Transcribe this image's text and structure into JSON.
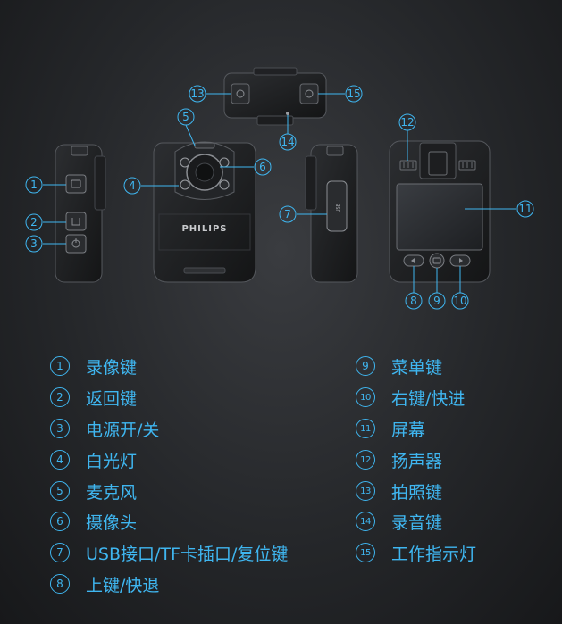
{
  "brand": "PHILIPS",
  "usb_label": "USB",
  "callouts": [
    "1",
    "2",
    "3",
    "4",
    "5",
    "6",
    "7",
    "8",
    "9",
    "10",
    "11",
    "12",
    "13",
    "14",
    "15"
  ],
  "legend": [
    {
      "num": "1",
      "label": "录像键"
    },
    {
      "num": "2",
      "label": "返回键"
    },
    {
      "num": "3",
      "label": "电源开/关"
    },
    {
      "num": "4",
      "label": "白光灯"
    },
    {
      "num": "5",
      "label": "麦克风"
    },
    {
      "num": "6",
      "label": "摄像头"
    },
    {
      "num": "7",
      "label": "USB接口/TF卡插口/复位键"
    },
    {
      "num": "8",
      "label": "上键/快退"
    },
    {
      "num": "9",
      "label": "菜单键"
    },
    {
      "num": "10",
      "label": "右键/快进"
    },
    {
      "num": "11",
      "label": "屏幕"
    },
    {
      "num": "12",
      "label": "扬声器"
    },
    {
      "num": "13",
      "label": "拍照键"
    },
    {
      "num": "14",
      "label": "录音键"
    },
    {
      "num": "15",
      "label": "工作指示灯"
    }
  ],
  "colors": {
    "accent": "#3fb6f0",
    "device_dark": "#1b1c1e",
    "device_edge": "#55585d"
  }
}
